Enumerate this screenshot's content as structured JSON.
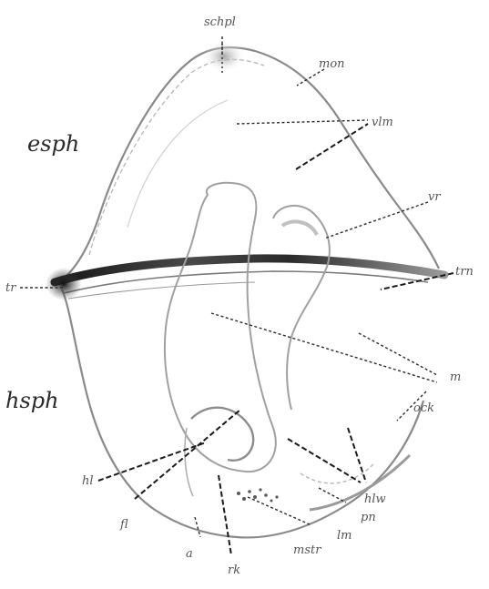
{
  "figure": {
    "labels": {
      "schpl": "schpl",
      "mon": "mon",
      "vlm": "vlm",
      "esph": "esph",
      "vr": "vr",
      "tr": "tr",
      "trn": "trn",
      "m": "m",
      "ock": "ock",
      "hsph": "hsph",
      "hl": "hl",
      "fl": "fl",
      "hlw": "hlw",
      "pn": "pn",
      "lm": "lm",
      "mstr": "mstr",
      "a": "a",
      "rk": "rk"
    },
    "colors": {
      "outline": "#8a8a8a",
      "shading": "#c9c9c9",
      "dark_band": "#222222",
      "label": "#333333"
    }
  }
}
